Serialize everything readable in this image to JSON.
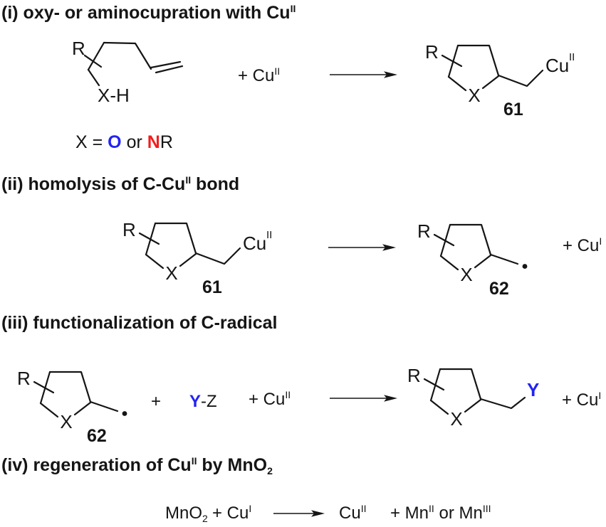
{
  "colors": {
    "ink": "#151515",
    "blue": "#2323f5",
    "red": "#f21d1d"
  },
  "headers": {
    "i": {
      "pre": "(i) oxy- or aminocupration with Cu",
      "sup": "II",
      "post": ""
    },
    "ii": {
      "pre": "(ii) homolysis of C-Cu",
      "sup": "II",
      "post": " bond"
    },
    "iii": {
      "pre": "(iii) functionalization of C-radical",
      "sup": "",
      "post": ""
    },
    "iv": {
      "pre": "(iv) regeneration of Cu",
      "sup": "II",
      "mid": " by MnO",
      "sub": "2"
    }
  },
  "atoms": {
    "r": "R",
    "x": "X",
    "xh": "X-H",
    "cu": "Cu",
    "sup_ii": "II",
    "y": "Y"
  },
  "compounds": {
    "c61": "61",
    "c62": "62"
  },
  "x_definition": {
    "prefix": "X = ",
    "o": "O",
    "or": " or ",
    "n": "N",
    "r": "R"
  },
  "reagents": {
    "plus_cu_ii": {
      "text": "+ Cu",
      "sup": "II"
    },
    "plus_cu_i": {
      "text": "+ Cu",
      "sup": "I"
    },
    "plus": "+",
    "y_z": {
      "y": "Y",
      "z": "-Z"
    }
  },
  "equation_iv": {
    "mno2": {
      "text": "MnO",
      "sub": "2"
    },
    "plus_cu_i": {
      "text": "+ Cu",
      "sup": "I"
    },
    "cu_ii": {
      "text": "Cu",
      "sup": "II"
    },
    "mn": {
      "p1": "+ Mn",
      "s1": "II",
      "p2": " or Mn",
      "s2": "III"
    }
  }
}
